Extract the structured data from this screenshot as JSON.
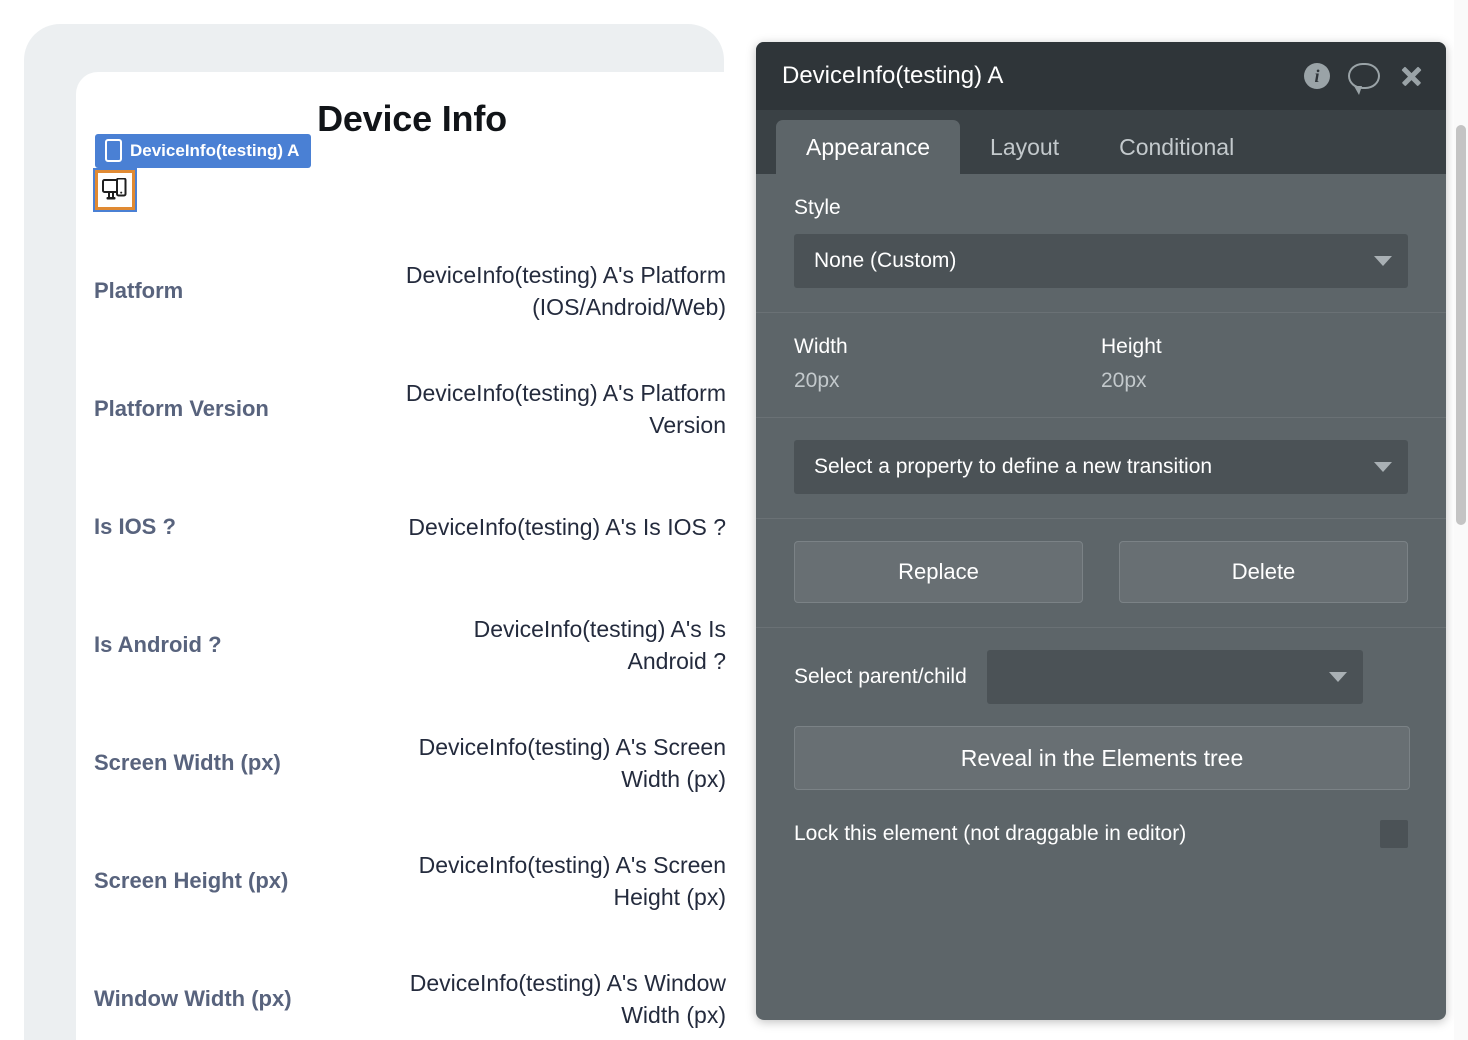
{
  "canvas": {
    "page_title": "Device Info",
    "selected_element_badge": {
      "label": "DeviceInfo(testing) A",
      "icon": "mobile-phone-icon",
      "badge_color": "#4a80d4"
    },
    "element_icon": {
      "icon": "responsive-device-icon",
      "border_color": "#e08a33",
      "outline_color": "#4a80d4"
    },
    "rows": [
      {
        "label": "Platform",
        "value": "DeviceInfo(testing) A's Platform (IOS/Android/Web)"
      },
      {
        "label": "Platform Version",
        "value": "DeviceInfo(testing) A's Platform Version"
      },
      {
        "label": "Is IOS ?",
        "value": "DeviceInfo(testing) A's Is IOS ?"
      },
      {
        "label": "Is Android ?",
        "value": "DeviceInfo(testing) A's Is Android ?"
      },
      {
        "label": "Screen Width (px)",
        "value": "DeviceInfo(testing) A's Screen Width (px)"
      },
      {
        "label": "Screen Height (px)",
        "value": "DeviceInfo(testing) A's Screen Height (px)"
      },
      {
        "label": "Window Width (px)",
        "value": "DeviceInfo(testing) A's Window Width (px)"
      }
    ],
    "label_color": "#58637d",
    "value_color": "#242b3d"
  },
  "panel": {
    "title": "DeviceInfo(testing) A",
    "header_icons": [
      {
        "name": "info-icon",
        "glyph": "i"
      },
      {
        "name": "comment-icon",
        "glyph": "speech-bubble"
      },
      {
        "name": "close-icon",
        "glyph": "x"
      }
    ],
    "tabs": [
      {
        "label": "Appearance",
        "active": true
      },
      {
        "label": "Layout",
        "active": false
      },
      {
        "label": "Conditional",
        "active": false
      }
    ],
    "style_section": {
      "label": "Style",
      "selected": "None (Custom)"
    },
    "dimensions": {
      "width_label": "Width",
      "width_value": "20px",
      "height_label": "Height",
      "height_value": "20px"
    },
    "transition": {
      "placeholder": "Select a property to define a new transition"
    },
    "actions": {
      "replace_label": "Replace",
      "delete_label": "Delete"
    },
    "parent_child": {
      "label": "Select parent/child",
      "selected": ""
    },
    "reveal_label": "Reveal in the Elements tree",
    "lock": {
      "label": "Lock this element (not draggable in editor)",
      "checked": false
    },
    "background_color": "#5d6569",
    "header_color": "#2f3539",
    "tabbar_color": "#3a4145"
  }
}
